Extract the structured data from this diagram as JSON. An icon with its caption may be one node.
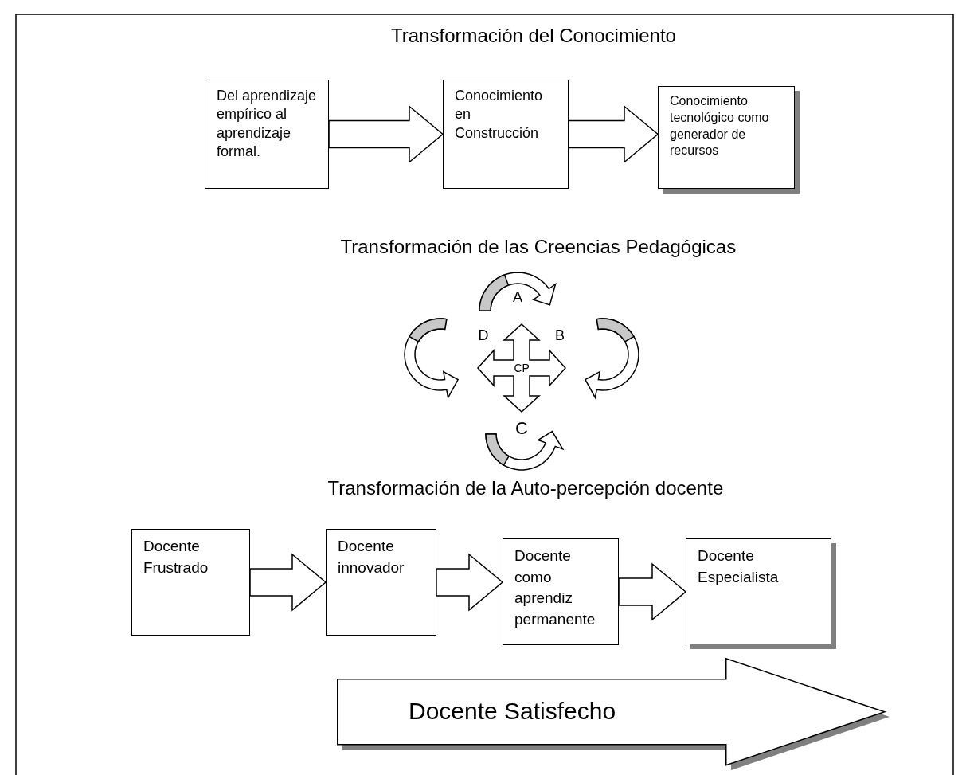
{
  "diagram": {
    "nodes": [
      {
        "text": [
          "Del aprendizaje empírico al aprendizaje formal."
        ]
      },
      {
        "text": [
          "Conocimiento en Construcción"
        ]
      },
      {
        "text": [
          "Conocimiento tecnológico como generador de recursos"
        ]
      },
      {
        "text": [
          "Docente Frustrado"
        ]
      },
      {
        "text": [
          "Docente innovador"
        ]
      },
      {
        "text": [
          "Docente como aprendiz permanente"
        ]
      },
      {
        "text": [
          "Docente Especialista"
        ]
      },
      {
        "text": [
          "Docente Satisfecho"
        ]
      }
    ],
    "edges": [
      {
        "from": 0,
        "to": 1,
        "arrow": "to"
      },
      {
        "from": 1,
        "to": 2,
        "arrow": "to"
      },
      {
        "from": 3,
        "to": 4,
        "arrow": "to"
      },
      {
        "from": 4,
        "to": 5,
        "arrow": "to"
      },
      {
        "from": 5,
        "to": 6,
        "arrow": "to"
      }
    ],
    "labels": [
      "Transformación del Conocimiento",
      "Transformación de las Creencias Pedagógicas",
      "A",
      "D",
      "B",
      "CP",
      "C",
      "Transformación de la Auto-percepción docente"
    ]
  }
}
